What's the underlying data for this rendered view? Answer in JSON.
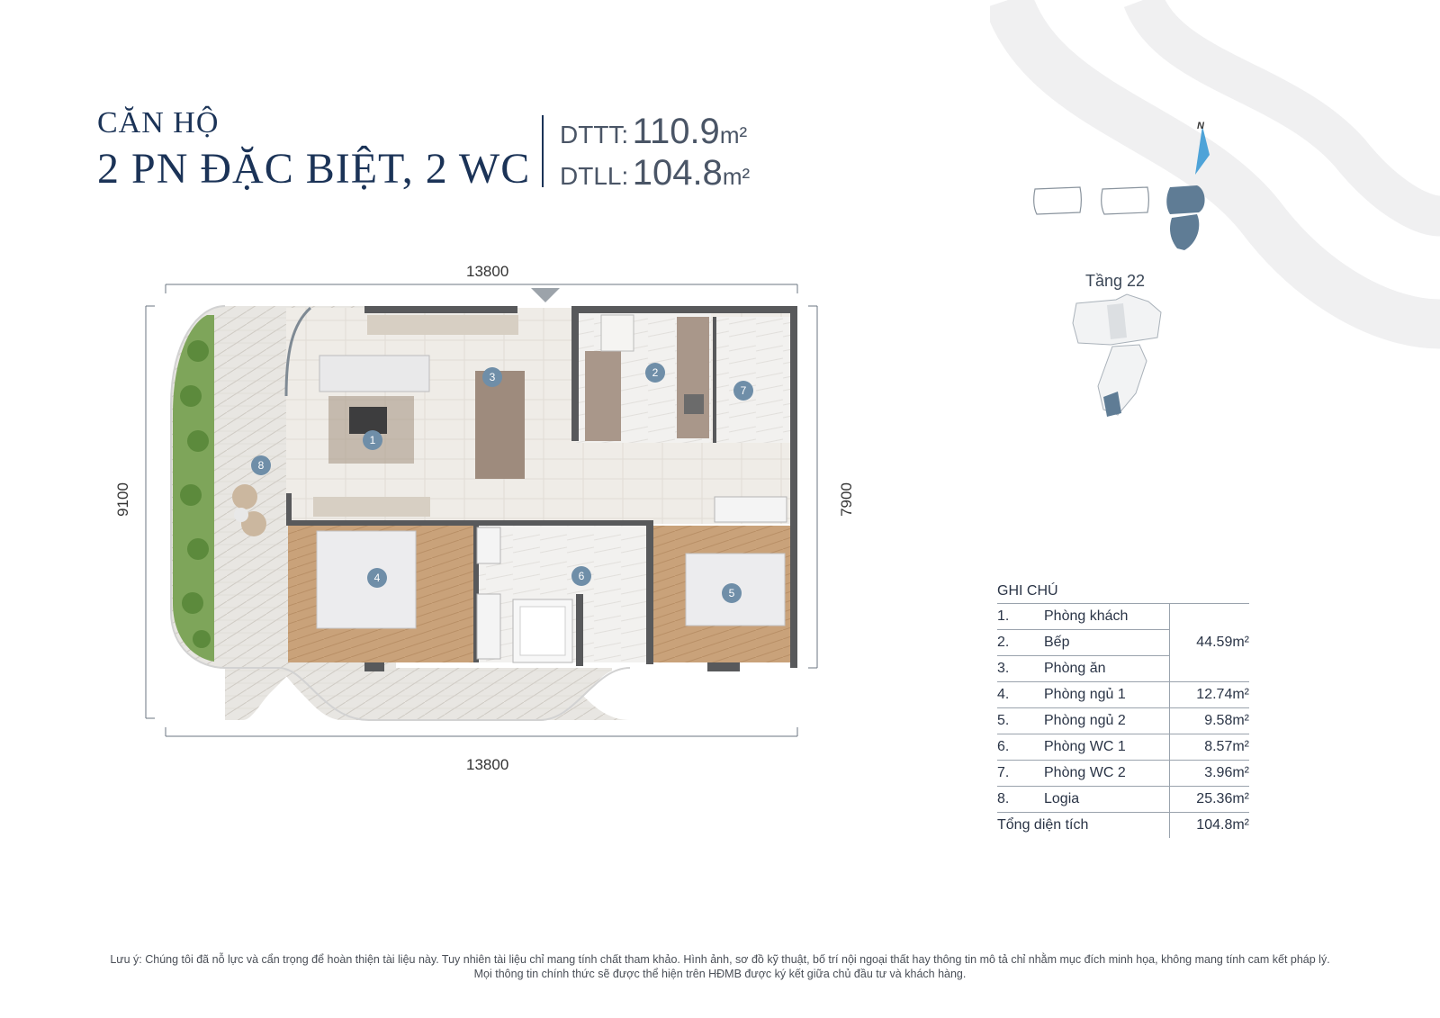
{
  "header": {
    "title_line1": "CĂN HỘ",
    "title_line2": "2 PN ĐẶC BIỆT, 2 WC",
    "dttt_label": "DTTT:",
    "dttt_value": "110.9",
    "dtll_label": "DTLL:",
    "dtll_value": "104.8",
    "unit": "m²"
  },
  "plan": {
    "dim_top": "13800",
    "dim_bottom": "13800",
    "dim_left": "9100",
    "dim_right": "7900",
    "room_markers": [
      "1",
      "2",
      "3",
      "4",
      "5",
      "6",
      "7",
      "8"
    ]
  },
  "keyplan": {
    "north": "N",
    "floor_label": "Tầng 22"
  },
  "legend": {
    "title": "GHI CHÚ",
    "rows": [
      {
        "num": "1.",
        "name": "Phòng khách",
        "area": ""
      },
      {
        "num": "2.",
        "name": "Bếp",
        "area": "44.59m²"
      },
      {
        "num": "3.",
        "name": "Phòng ăn",
        "area": ""
      },
      {
        "num": "4.",
        "name": "Phòng ngủ 1",
        "area": "12.74m²"
      },
      {
        "num": "5.",
        "name": "Phòng ngủ 2",
        "area": "9.58m²"
      },
      {
        "num": "6.",
        "name": "Phòng WC 1",
        "area": "8.57m²"
      },
      {
        "num": "7.",
        "name": "Phòng WC 2",
        "area": "3.96m²"
      },
      {
        "num": "8.",
        "name": "Logia",
        "area": "25.36m²"
      }
    ],
    "total_label": "Tổng diện tích",
    "total_value": "104.8m²"
  },
  "footer": {
    "note_line1": "Lưu ý: Chúng tôi đã nỗ lực và cẩn trọng để hoàn thiện tài liệu này. Tuy nhiên tài liệu chỉ mang tính chất tham khảo. Hình ảnh, sơ đồ kỹ thuật, bố trí nội ngoại thất hay thông tin mô tả chỉ nhằm mục đích minh họa, không mang tính cam kết pháp lý.",
    "note_line2": "Mọi thông tin chính thức sẽ được thể hiện trên HĐMB được ký kết giữa chủ đầu tư và khách hàng."
  },
  "colors": {
    "navy": "#1b3357",
    "marker": "#6f8ea8",
    "wood": "#c9a27a",
    "floor_tile": "#eeeae4",
    "wall": "#5a5a5c",
    "greenery": "#6e9a4e",
    "keyplan_highlight": "#5f7c95"
  }
}
